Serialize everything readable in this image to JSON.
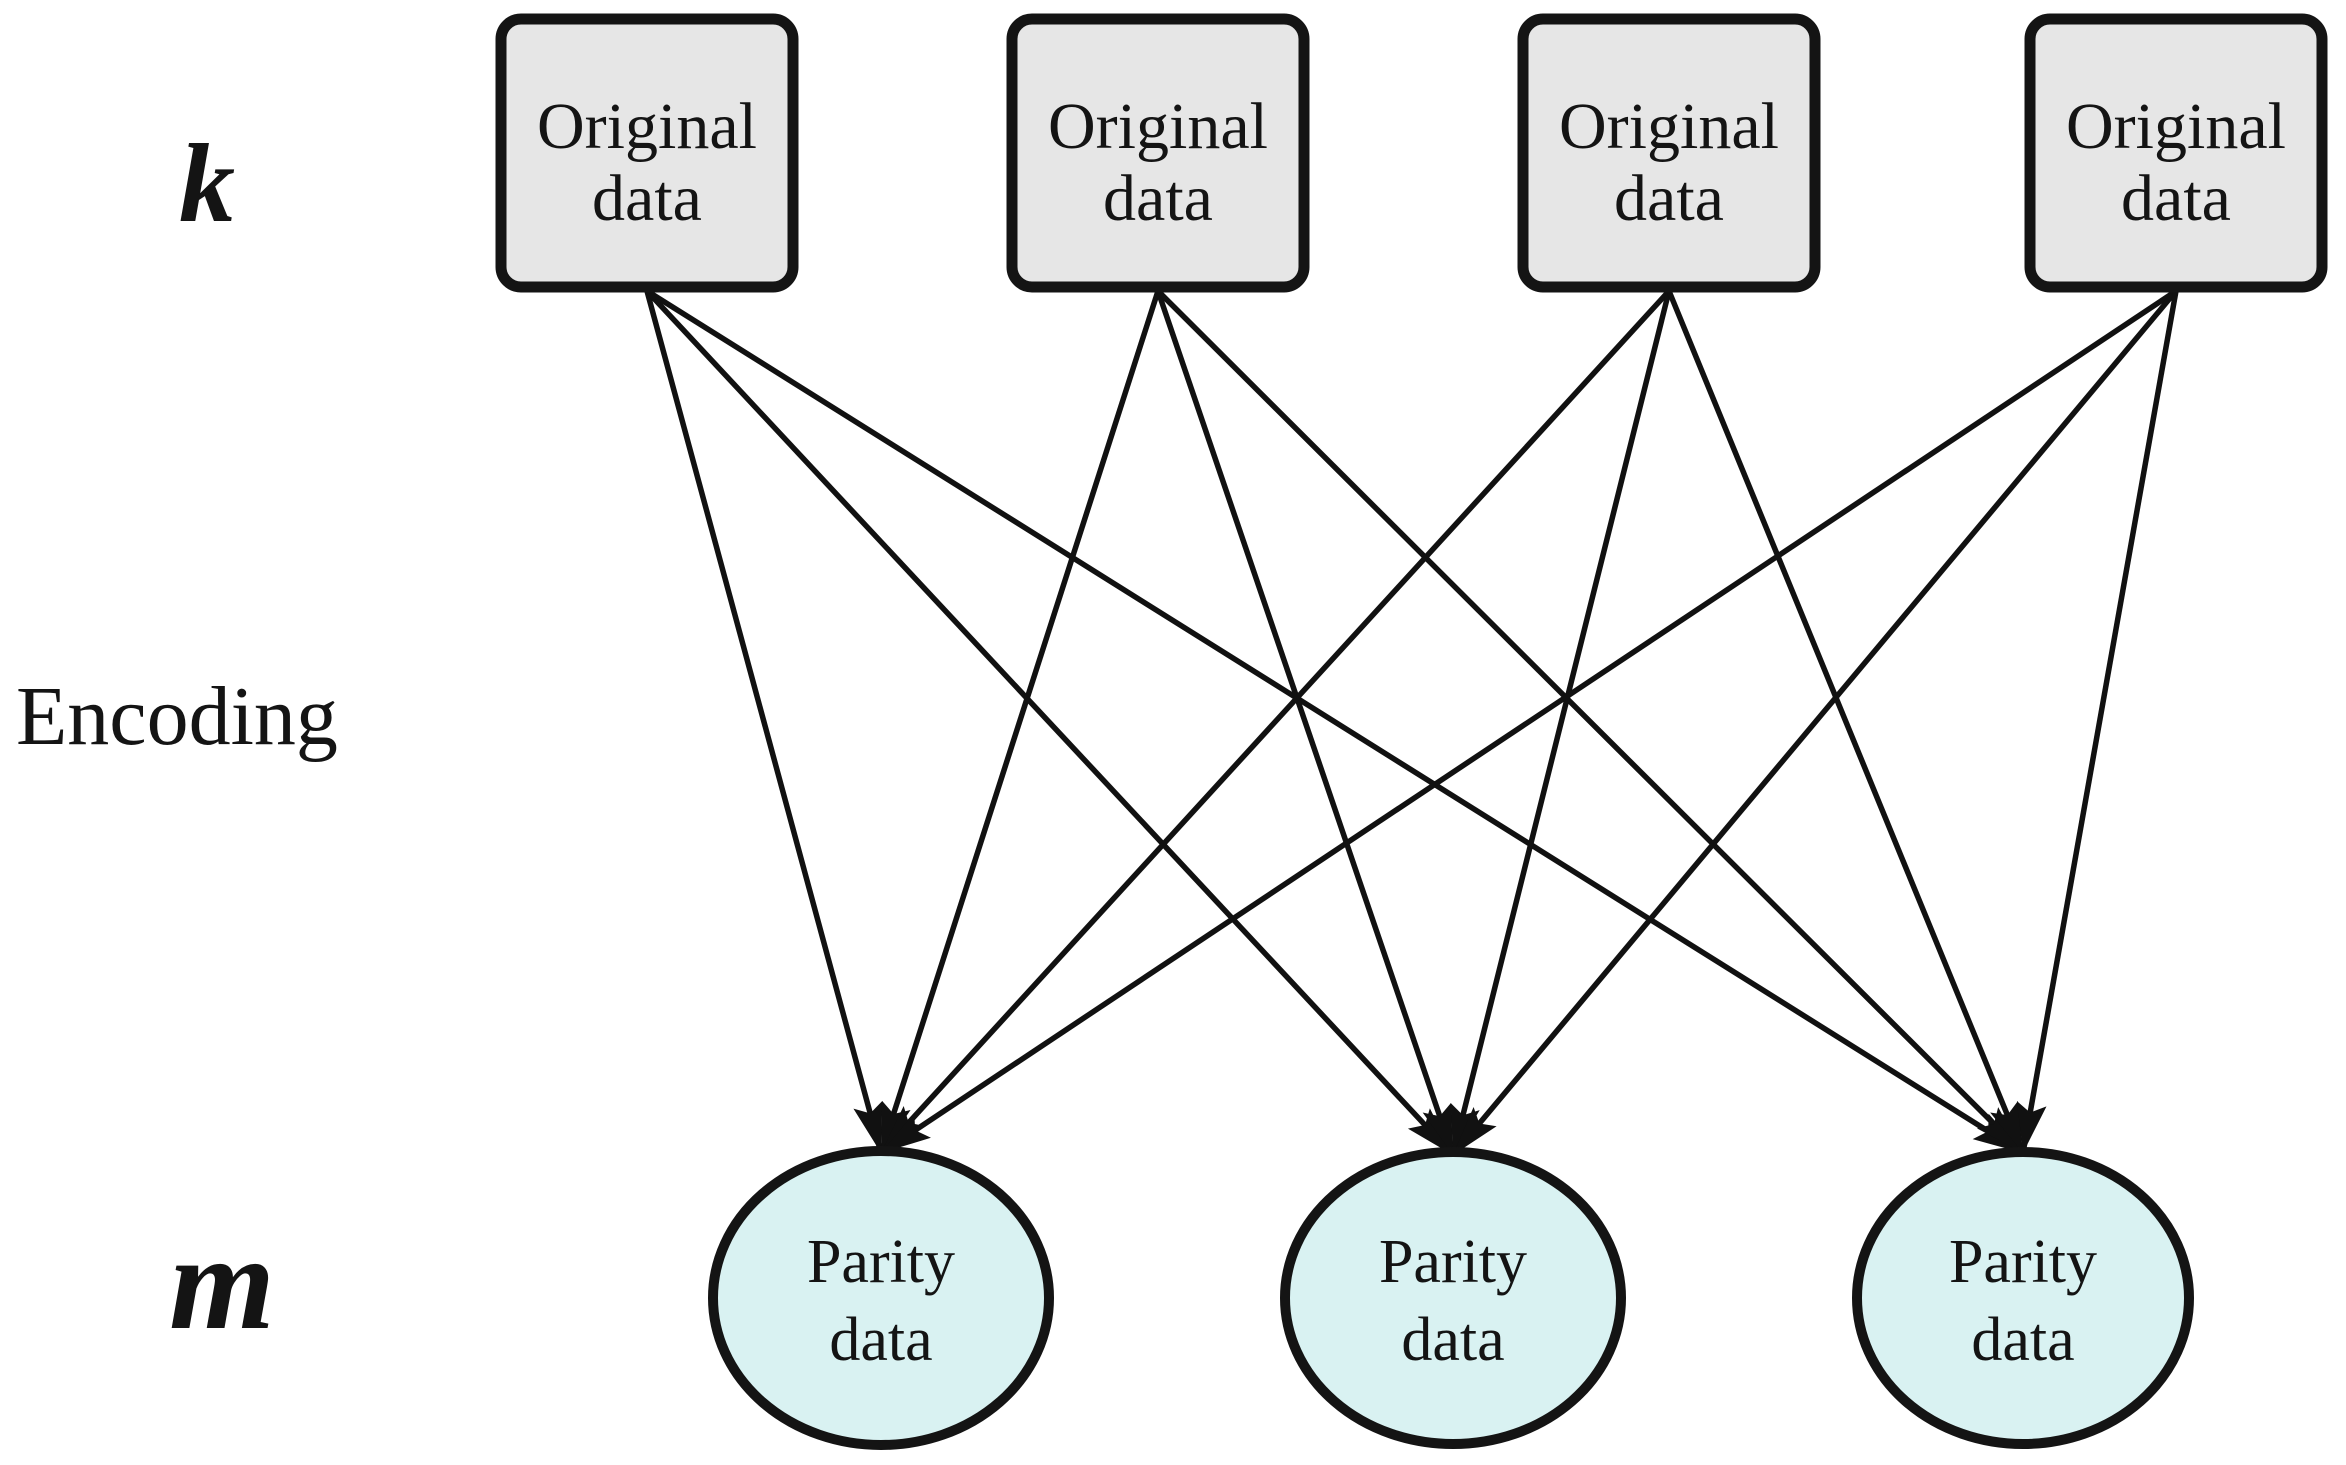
{
  "labels": {
    "k": "k",
    "encoding": "Encoding",
    "m": "m"
  },
  "original_nodes": [
    {
      "line1": "Original",
      "line2": "data"
    },
    {
      "line1": "Original",
      "line2": "data"
    },
    {
      "line1": "Original",
      "line2": "data"
    },
    {
      "line1": "Original",
      "line2": "data"
    }
  ],
  "parity_nodes": [
    {
      "line1": "Parity",
      "line2": "data"
    },
    {
      "line1": "Parity",
      "line2": "data"
    },
    {
      "line1": "Parity",
      "line2": "data"
    }
  ],
  "structure": {
    "original_count": 4,
    "parity_count": 3,
    "edge_count": 12
  },
  "colors": {
    "background": "#ffffff",
    "box_fill": "#e6e6e6",
    "box_stroke": "#141414",
    "ellipse_fill": "#d9f2f2",
    "ellipse_stroke": "#141414",
    "edge_color": "#111111",
    "text_color": "#141414"
  }
}
